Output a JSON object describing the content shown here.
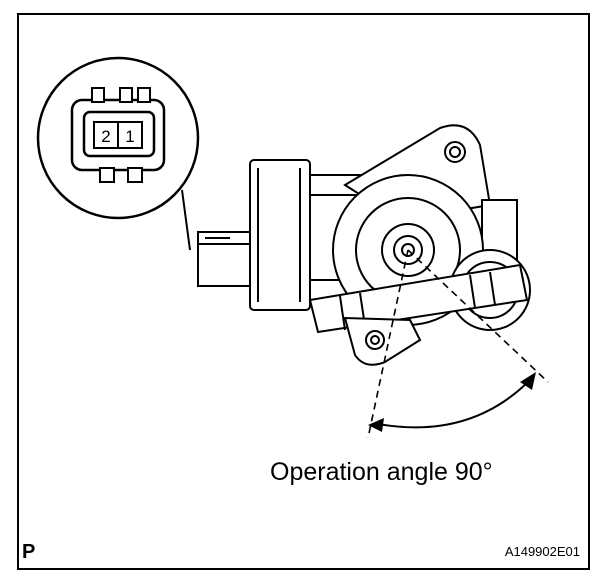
{
  "connector": {
    "pins": [
      "2",
      "1"
    ]
  },
  "caption": "Operation angle  90°",
  "corner_mark": "P",
  "figure_id": "A149902E01",
  "icons": [
    "connector-icon",
    "actuator-body-icon",
    "angle-arrow-icon"
  ]
}
